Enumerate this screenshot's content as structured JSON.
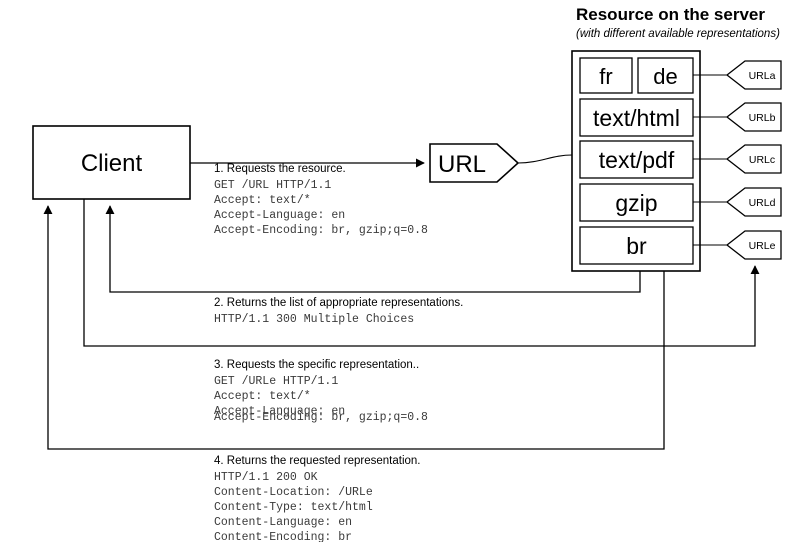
{
  "diagram": {
    "title": "Resource on the server",
    "subtitle": "(with different available representations)",
    "client": {
      "label": "Client"
    },
    "url_node": {
      "label": "URL"
    },
    "representations": [
      {
        "name": "fr",
        "tag": "URLa"
      },
      {
        "name": "de",
        "tag": "URLa"
      },
      {
        "name": "text/html",
        "tag": "URLb"
      },
      {
        "name": "text/pdf",
        "tag": "URLc"
      },
      {
        "name": "gzip",
        "tag": "URLd"
      },
      {
        "name": "br",
        "tag": "URLe"
      }
    ],
    "url_tags": [
      "URLa",
      "URLb",
      "URLc",
      "URLd",
      "URLe"
    ],
    "steps": [
      {
        "heading": "1. Requests the resource.",
        "lines": [
          "GET /URL HTTP/1.1",
          "Accept: text/*",
          "Accept-Language: en",
          "Accept-Encoding: br, gzip;q=0.8"
        ]
      },
      {
        "heading": "2. Returns the list of  appropriate representations.",
        "lines": [
          "HTTP/1.1 300 Multiple Choices"
        ]
      },
      {
        "heading": "3. Requests the specific representation..",
        "lines": [
          "GET /URLe HTTP/1.1",
          "Accept: text/*",
          "Accept-Language: en",
          "Accept-Encoding: br, gzip;q=0.8"
        ]
      },
      {
        "heading": "4. Returns the requested representation.",
        "lines": [
          "HTTP/1.1 200 OK",
          "Content-Location: /URLe",
          "Content-Type: text/html",
          "Content-Language: en",
          "Content-Encoding: br"
        ]
      }
    ],
    "colors": {
      "stroke": "#000000",
      "background": "#ffffff",
      "mono_text": "#3a3a3a"
    }
  }
}
